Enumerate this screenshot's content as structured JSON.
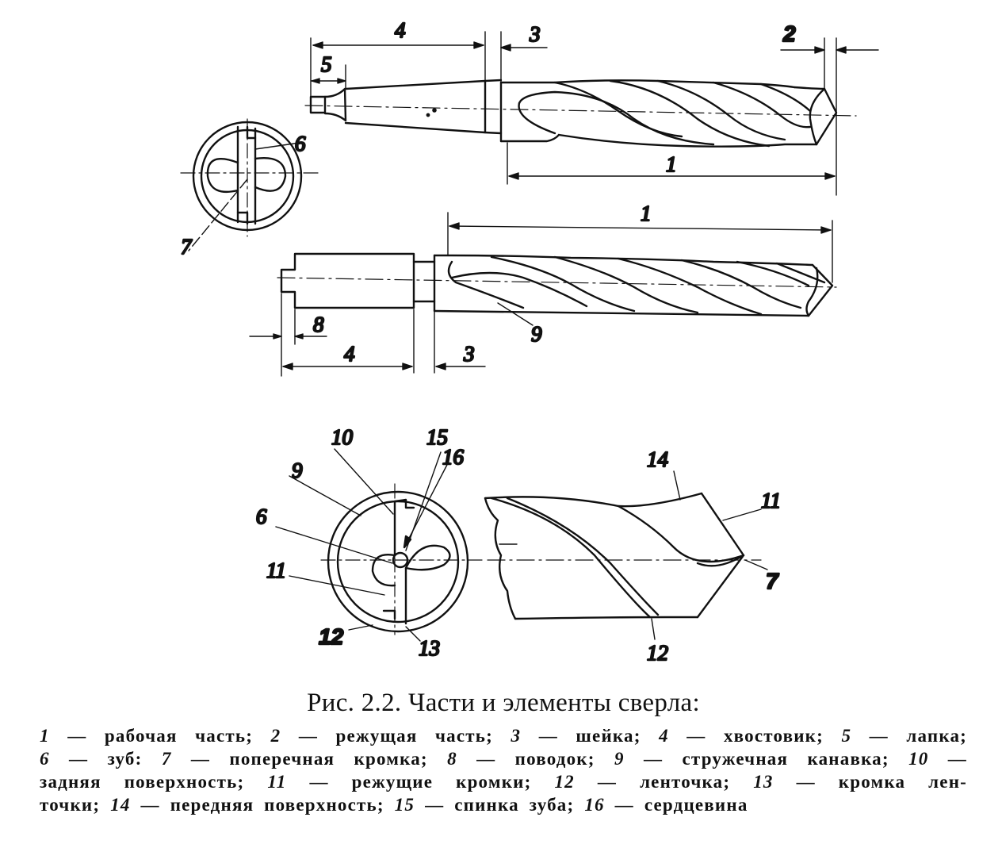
{
  "figure": {
    "labels": {
      "top_dim_4": "4",
      "top_dim_3": "3",
      "top_dim_2": "2",
      "top_dim_5": "5",
      "top_dim_1": "1",
      "top_circle_6": "6",
      "top_circle_7": "7",
      "mid_dim_1": "1",
      "mid_dim_8": "8",
      "mid_dim_4": "4",
      "mid_dim_3": "3",
      "mid_9": "9",
      "bot_10": "10",
      "bot_15": "15",
      "bot_16": "16",
      "bot_9": "9",
      "bot_6": "6",
      "bot_11_left": "11",
      "bot_12_left": "12",
      "bot_13": "13",
      "bot_14": "14",
      "bot_11_right": "11",
      "bot_7": "7",
      "bot_12_right": "12"
    }
  },
  "caption": {
    "title": "Рис. 2.2. Части и элементы сверла:",
    "lines": [
      [
        {
          "n": "1",
          "t": " — рабочая часть; "
        },
        {
          "n": "2",
          "t": " — режущая часть; "
        },
        {
          "n": "3",
          "t": " — шейка; "
        },
        {
          "n": "4",
          "t": " — хвостовик; "
        },
        {
          "n": "5",
          "t": " — лапка;"
        }
      ],
      [
        {
          "n": "6",
          "t": " — зуб: "
        },
        {
          "n": "7",
          "t": " — поперечная кромка; "
        },
        {
          "n": "8",
          "t": " — поводок; "
        },
        {
          "n": "9",
          "t": " — стружечная канавка; "
        },
        {
          "n": "10",
          "t": " —"
        }
      ],
      [
        {
          "n": "",
          "t": "задняя поверхность; "
        },
        {
          "n": "11",
          "t": " — режущие кромки; "
        },
        {
          "n": "12",
          "t": " — ленточка; "
        },
        {
          "n": "13",
          "t": " — кромка лен-"
        }
      ],
      [
        {
          "n": "",
          "t": "точки; "
        },
        {
          "n": "14",
          "t": " — передняя поверхность; "
        },
        {
          "n": "15",
          "t": " — спинка зуба; "
        },
        {
          "n": "16",
          "t": " — сердцевина"
        }
      ]
    ]
  }
}
